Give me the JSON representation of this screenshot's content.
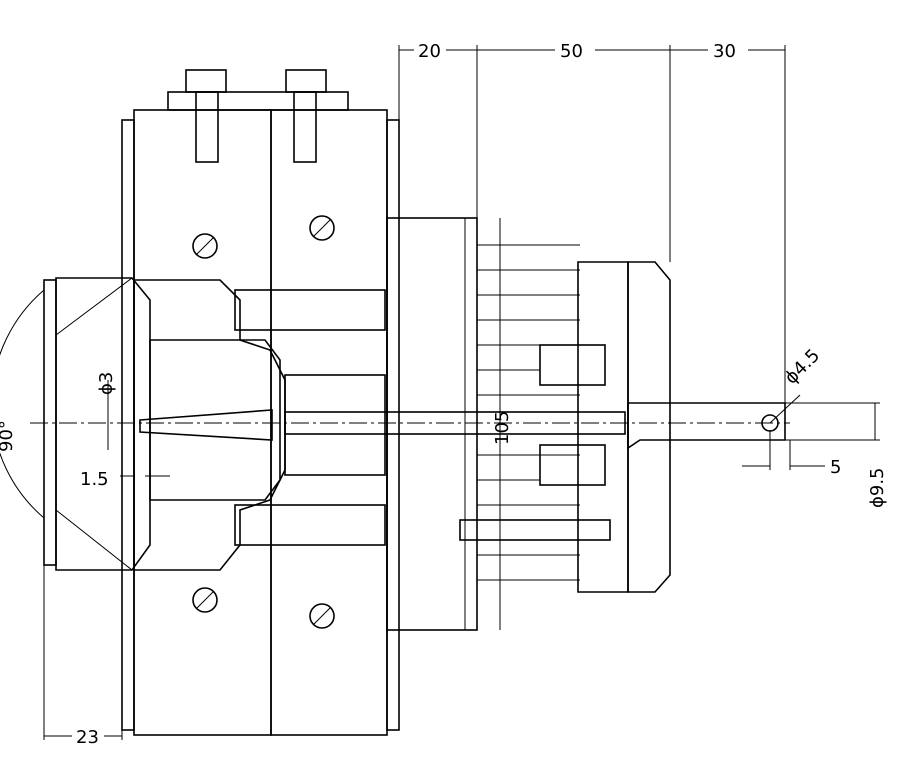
{
  "drawing": {
    "dimensions": {
      "d20": "20",
      "d50": "50",
      "d30": "30",
      "dia45": "ϕ4.5",
      "dia95": "ϕ9.5",
      "d5": "5",
      "d23": "23",
      "d15": "1.5",
      "dia3": "ϕ3",
      "angle90": "90°",
      "d105": "105"
    },
    "colors": {
      "line": "#000000",
      "background": "#ffffff"
    }
  }
}
